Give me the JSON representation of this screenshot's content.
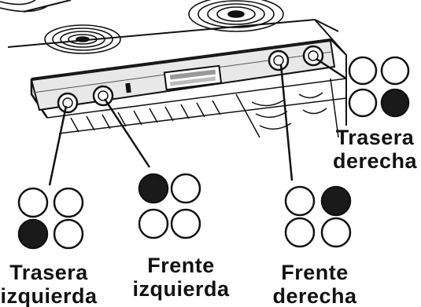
{
  "labels": {
    "rear_right_line1": "Trasera",
    "rear_right_line2": "derecha",
    "rear_left_line1": "Trasera",
    "rear_left_line2": "izquierda",
    "front_left_line1": "Frente",
    "front_left_line2": "izquierda",
    "front_right_line1": "Frente",
    "front_right_line2": "derecha"
  },
  "indicators": {
    "rear_right": [
      false,
      false,
      false,
      true
    ],
    "front_left": [
      true,
      false,
      false,
      false
    ],
    "rear_left": [
      false,
      false,
      true,
      false
    ],
    "front_right": [
      false,
      true,
      false,
      false
    ]
  },
  "colors": {
    "ink": "#111111",
    "fill": "#1a1a1a",
    "paper": "#ffffff"
  }
}
